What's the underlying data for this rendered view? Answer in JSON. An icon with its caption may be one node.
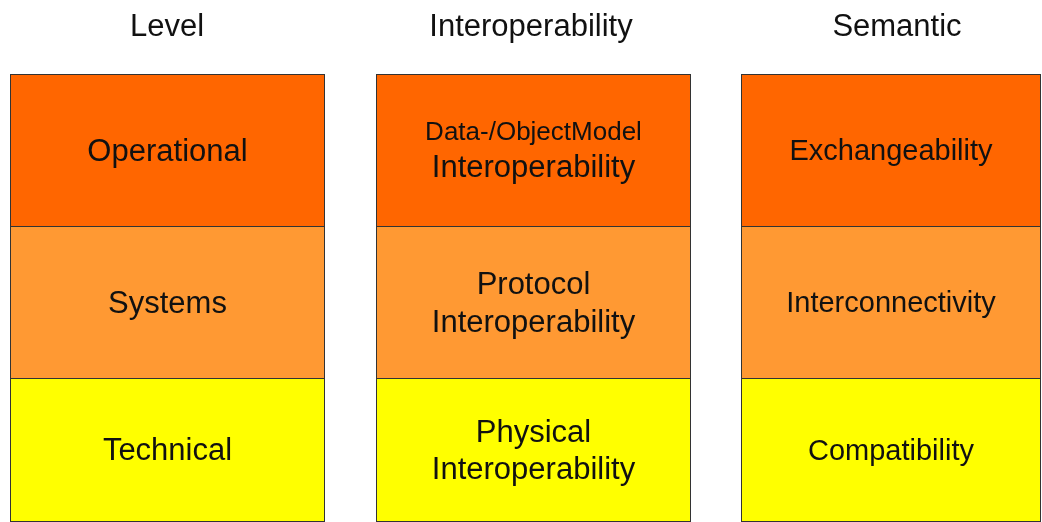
{
  "diagram": {
    "nodes": [
      {
        "text": [
          "Operational"
        ]
      },
      {
        "text": [
          "Systems"
        ]
      },
      {
        "text": [
          "Technical"
        ]
      },
      {
        "text": [
          "Data-/ObjectModel",
          "Interoperability"
        ]
      },
      {
        "text": [
          "Protocol Interoperability"
        ]
      },
      {
        "text": [
          "Physical Interoperability"
        ]
      },
      {
        "text": [
          "Exchangeability"
        ]
      },
      {
        "text": [
          "Interconnectivity"
        ]
      },
      {
        "text": [
          "Compatibility"
        ]
      }
    ],
    "edges": [],
    "labels": [
      "Level",
      "Interoperability",
      "Semantic"
    ]
  }
}
